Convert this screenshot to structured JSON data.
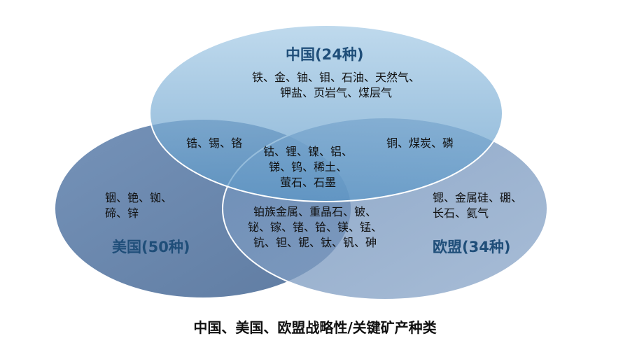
{
  "sets": {
    "china": {
      "label": "中国(24种)",
      "color": "#6FA9D1"
    },
    "usa": {
      "label": "美国(50种)",
      "color": "#5F7FA8"
    },
    "eu": {
      "label": "欧盟(34种)",
      "color": "#7D9CC2"
    }
  },
  "regions": {
    "china_only": [
      "铁、金、铀、钼、石油、天然气、",
      "钾盐、页岩气、煤层气"
    ],
    "china_usa": [
      "锆、锡、铬"
    ],
    "china_eu": [
      "铜、煤炭、磷"
    ],
    "all_three": [
      "钴、锂、镍、铝、",
      "锑、钨、稀土、",
      "萤石、石墨"
    ],
    "usa_only": [
      "铟、铯、铷、",
      "碲、锌"
    ],
    "usa_eu": [
      "铂族金属、重晶石、铍、",
      "铋、镓、锗、铪、镁、锰、",
      "钪、钽、铌、钛、钒、砷"
    ],
    "eu_only": [
      "锶、金属硅、硼、",
      "长石、氦气"
    ]
  },
  "caption": "中国、美国、欧盟战略性/关键矿产种类"
}
